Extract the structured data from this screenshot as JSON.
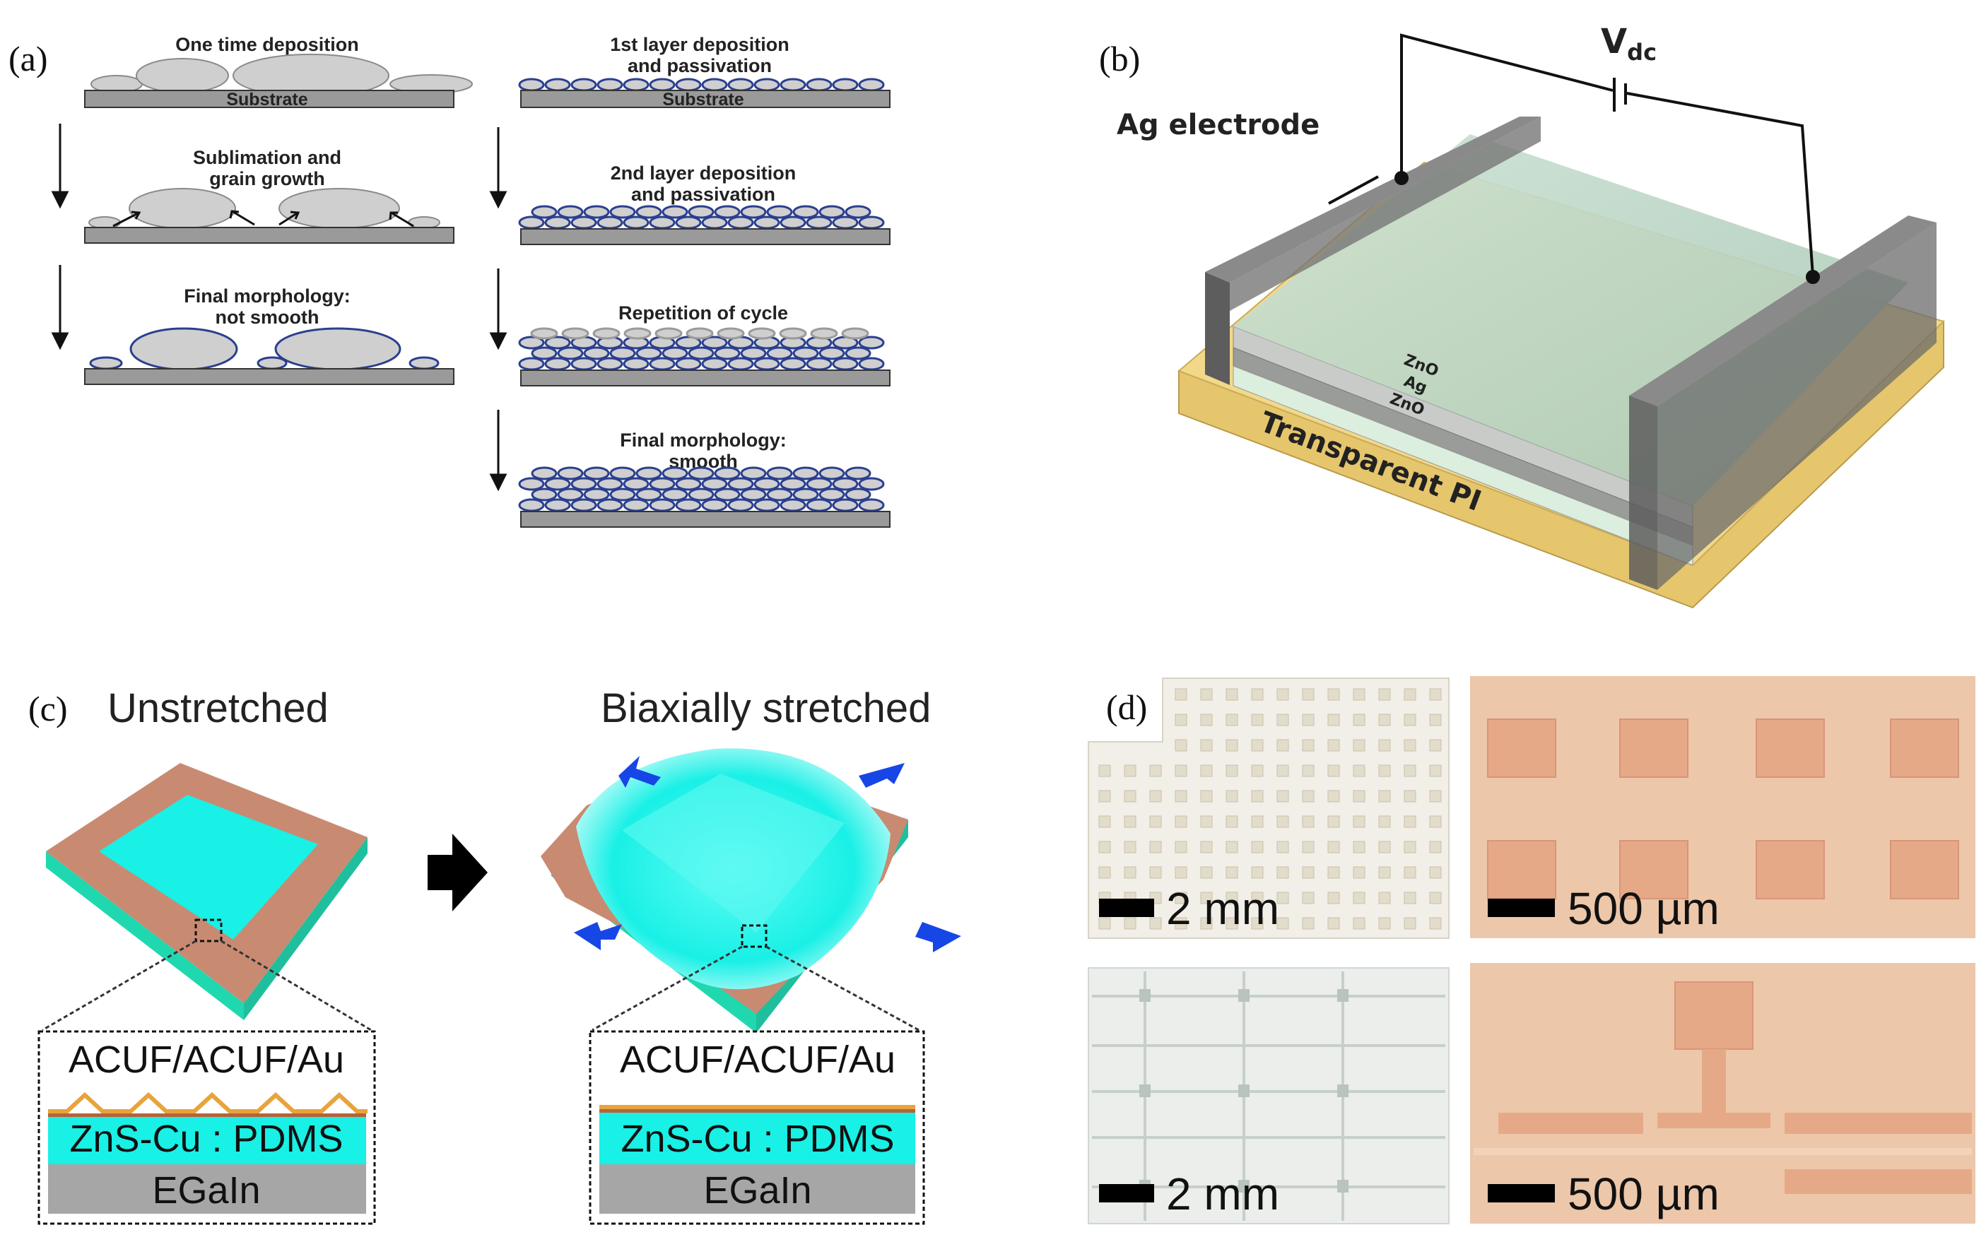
{
  "panel_labels": {
    "a": "(a)",
    "b": "(b)",
    "c": "(c)",
    "d": "(d)"
  },
  "panel_a": {
    "left_steps": [
      {
        "caption": [
          "One time deposition"
        ],
        "substrate_label": "Substrate"
      },
      {
        "caption": [
          "Sublimation and",
          "grain growth"
        ]
      },
      {
        "caption": [
          "Final morphology:",
          "not smooth"
        ]
      }
    ],
    "right_steps": [
      {
        "caption": [
          "1st layer deposition",
          "and passivation"
        ],
        "substrate_label": "Substrate"
      },
      {
        "caption": [
          "2nd layer deposition",
          "and passivation"
        ]
      },
      {
        "caption": [
          "Repetition of cycle"
        ]
      },
      {
        "caption": [
          "Final morphology:",
          "smooth"
        ]
      }
    ]
  },
  "panel_b": {
    "voltage_label": "V",
    "voltage_subscript": "dc",
    "electrode_label": "Ag electrode",
    "layers": [
      "ZnO",
      "Ag",
      "ZnO"
    ],
    "substrate_label": "Transparent PI"
  },
  "panel_c": {
    "left_title": "Unstretched",
    "right_title": "Biaxially stretched",
    "layer_top": "ACUF/ACUF/Au",
    "layer_mid": "ZnS-Cu : PDMS",
    "layer_bottom": "EGaIn"
  },
  "panel_d": {
    "scale_bars": [
      "2 mm",
      "500 µm",
      "2 mm",
      "500 µm"
    ]
  },
  "colors": {
    "grain_fill": "#cfcfcf",
    "grain_outline_blue": "#2b3f8f",
    "substrate": "#9a9a9a",
    "pi_yellow": "#f2d98a",
    "electrode_gray": "#6e6e6e",
    "cyan": "#19f0e6",
    "copper": "#c98a72",
    "micro_bg": "#f1efe8",
    "micro_copper_bg": "#edc7a9",
    "arrow_blue": "#1746e6"
  }
}
